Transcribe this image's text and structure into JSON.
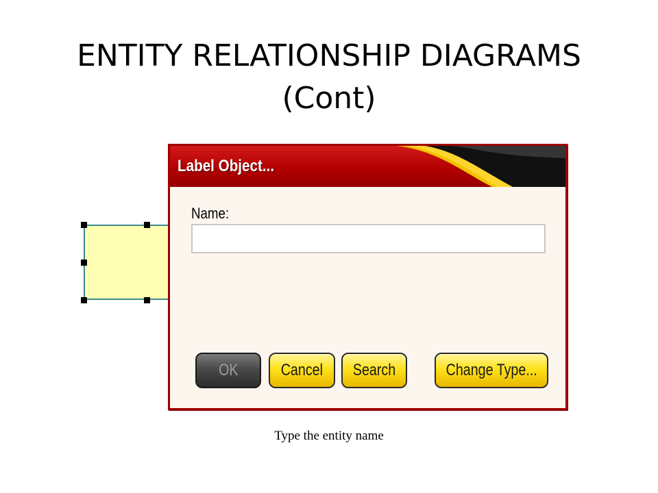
{
  "slide": {
    "title_line1": "ENTITY RELATIONSHIP DIAGRAMS",
    "title_line2": "(Cont)",
    "caption": "Type the entity name"
  },
  "dialog": {
    "title": "Label Object...",
    "name_label": "Name:",
    "name_value": "",
    "buttons": {
      "ok": "OK",
      "cancel": "Cancel",
      "search": "Search",
      "change_type": "Change Type..."
    }
  },
  "colors": {
    "titlebar": "#b30000",
    "button_yellow": "#ffe21c",
    "entity_fill": "#ffffb3",
    "entity_border": "#3a8a8a"
  }
}
